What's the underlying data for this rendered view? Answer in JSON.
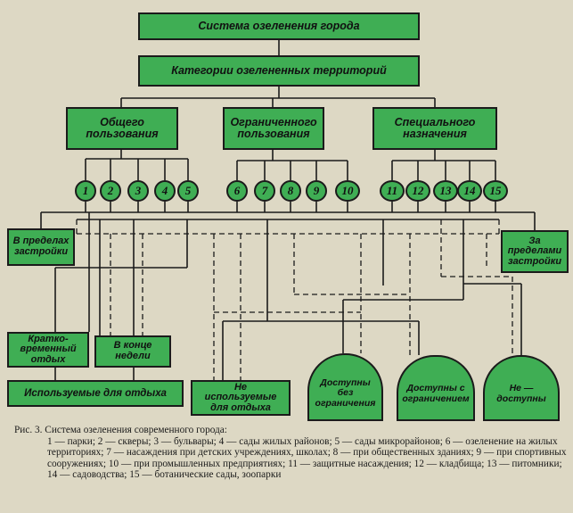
{
  "boxes": {
    "system": "Система озеленения города",
    "categories": "Категории озелененных территорий",
    "general": "Общего пользования",
    "limited": "Ограниченного пользования",
    "special": "Специального назначения",
    "within": "В пределах застройки",
    "outside": "За пределами застройки",
    "short": "Кратко-временный отдых",
    "weekend": "В конце недели",
    "used": "Используемые для отдыха",
    "not_used": "Не используемые для отдыха",
    "open": "Доступны без ограничения",
    "restricted": "Доступны с ограничением",
    "closed": "Не — доступны"
  },
  "nodes": [
    "1",
    "2",
    "3",
    "4",
    "5",
    "6",
    "7",
    "8",
    "9",
    "10",
    "11",
    "12",
    "13",
    "14",
    "15"
  ],
  "caption": {
    "title": "Рис. 3. Система озеленения современного города:",
    "legend": "1 — парки; 2 — скверы; 3 — бульвары; 4 — сады жилых районов; 5 — сады микрорайонов; 6 — озеленение на жилых территориях; 7 — насаждения при детских учреждениях, школах; 8 — при общественных зданиях; 9 — при спортивных сооружениях; 10 — при промышленных предприятиях; 11 — защитные насаждения; 12 — кладбища; 13 — питомники; 14 — садоводства; 15 — ботанические сады, зоопарки"
  },
  "colors": {
    "fill": "#3fae54",
    "stroke": "#1b1b1b",
    "background": "#ddd8c4"
  }
}
